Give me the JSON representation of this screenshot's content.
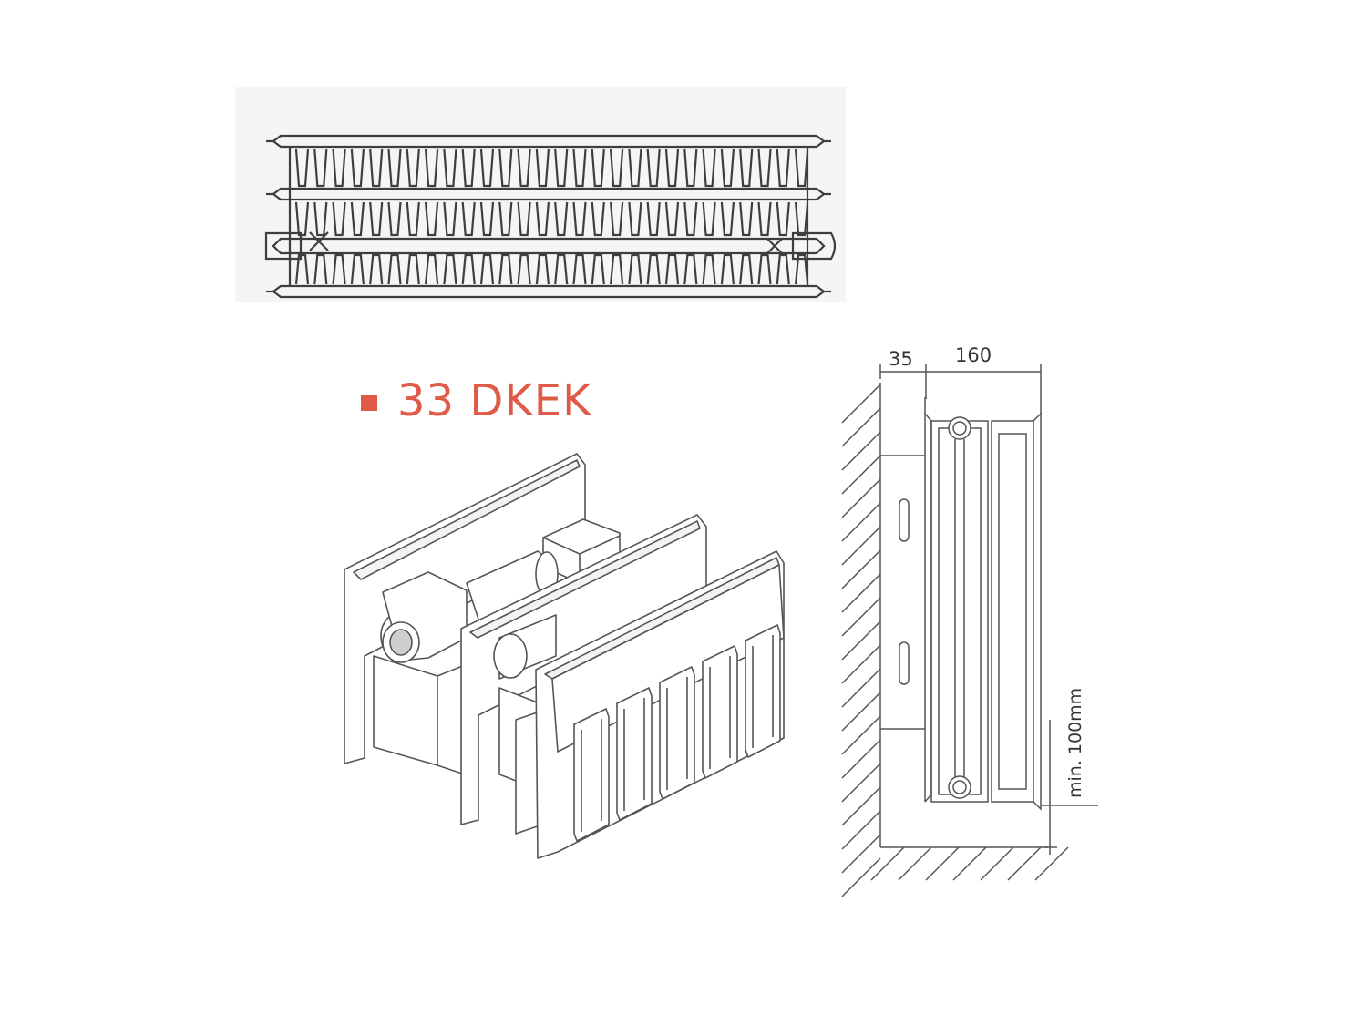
{
  "product": {
    "title": "33 DKEK"
  },
  "dimensions": {
    "wall_gap": "35",
    "depth": "160",
    "floor_clearance": "min. 100mm"
  },
  "colors": {
    "accent": "#e05a48",
    "line": "#4a4a4a",
    "top_view_bg": "#f4f4f4"
  }
}
